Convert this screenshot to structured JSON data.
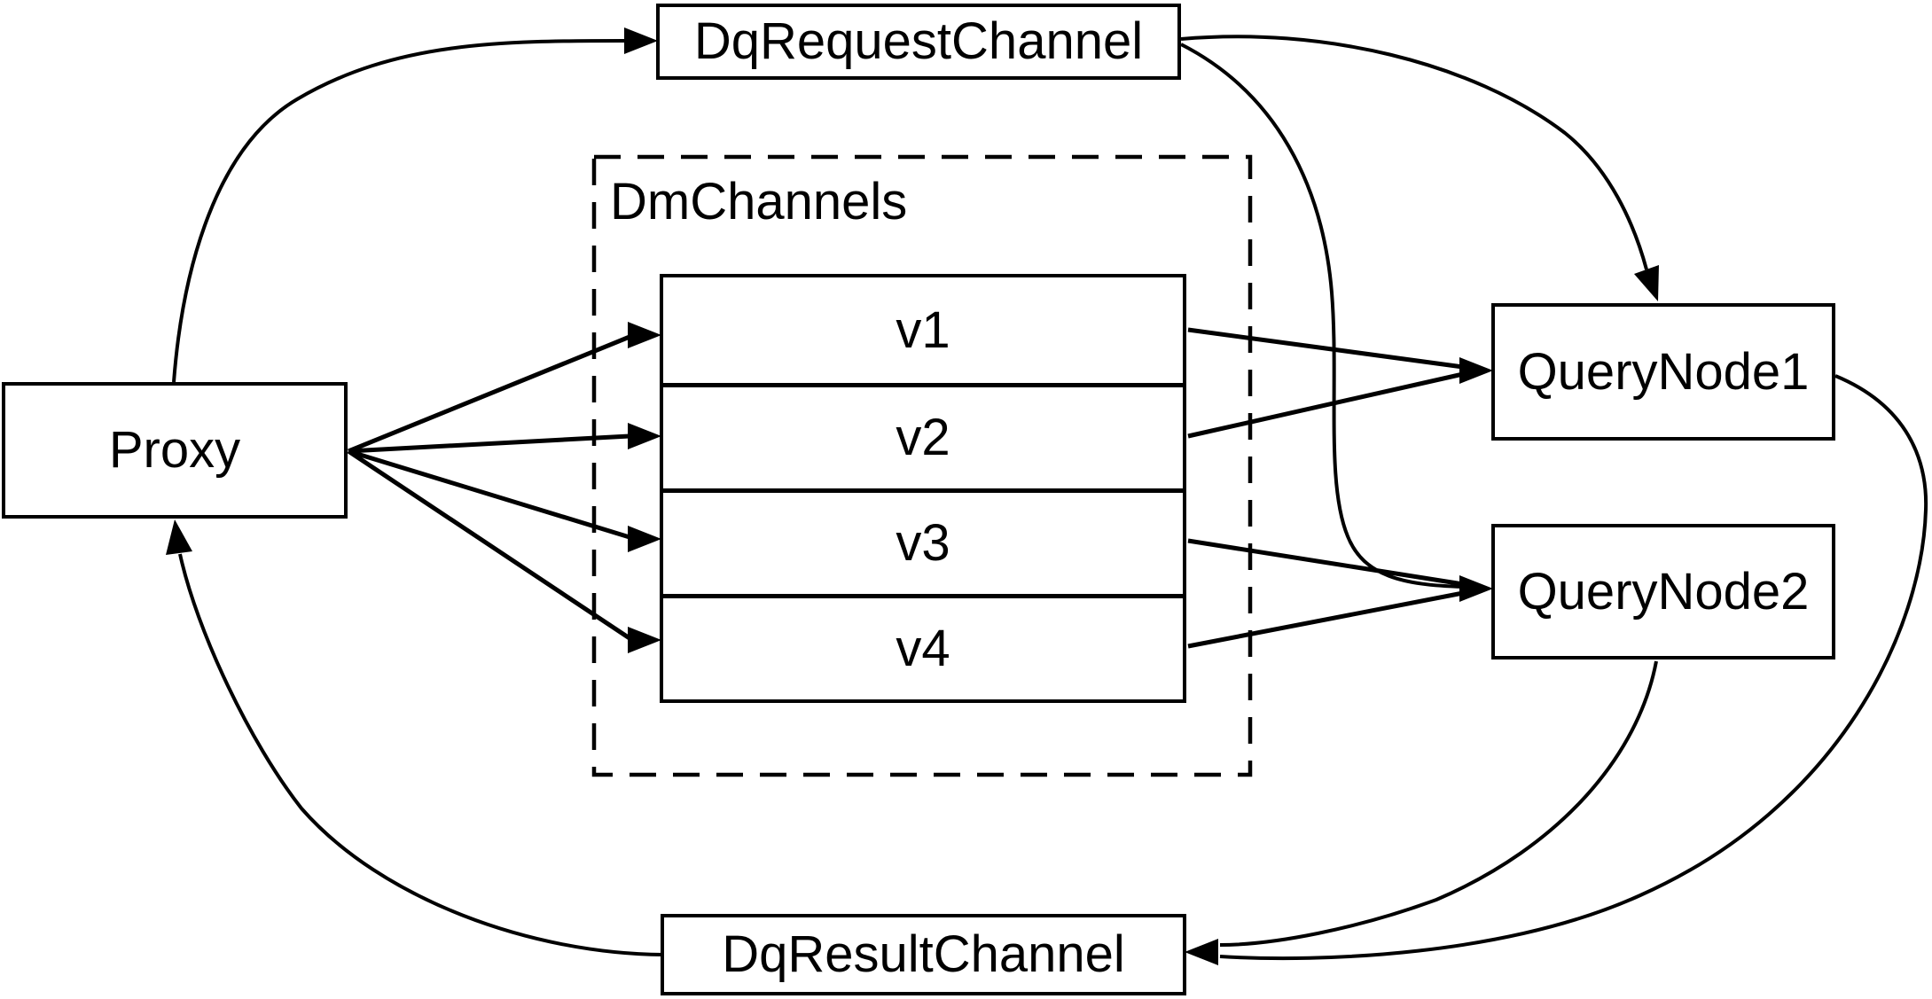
{
  "diagram": {
    "nodes": {
      "proxy": {
        "label": "Proxy"
      },
      "dq_request_channel": {
        "label": "DqRequestChannel"
      },
      "dm_channels": {
        "label": "DmChannels",
        "channels": [
          {
            "label": "v1"
          },
          {
            "label": "v2"
          },
          {
            "label": "v3"
          },
          {
            "label": "v4"
          }
        ]
      },
      "query_node_1": {
        "label": "QueryNode1"
      },
      "query_node_2": {
        "label": "QueryNode2"
      },
      "dq_result_channel": {
        "label": "DqResultChannel"
      }
    },
    "edges": [
      {
        "from": "Proxy",
        "to": "DqRequestChannel"
      },
      {
        "from": "DqRequestChannel",
        "to": "QueryNode1"
      },
      {
        "from": "DqRequestChannel",
        "to": "QueryNode2"
      },
      {
        "from": "Proxy",
        "to": "v1"
      },
      {
        "from": "Proxy",
        "to": "v2"
      },
      {
        "from": "Proxy",
        "to": "v3"
      },
      {
        "from": "Proxy",
        "to": "v4"
      },
      {
        "from": "v1",
        "to": "QueryNode1"
      },
      {
        "from": "v2",
        "to": "QueryNode1"
      },
      {
        "from": "v3",
        "to": "QueryNode2"
      },
      {
        "from": "v4",
        "to": "QueryNode2"
      },
      {
        "from": "QueryNode1",
        "to": "DqResultChannel"
      },
      {
        "from": "QueryNode2",
        "to": "DqResultChannel"
      },
      {
        "from": "DqResultChannel",
        "to": "Proxy"
      }
    ],
    "colors": {
      "line": "#000000",
      "background": "#ffffff"
    }
  }
}
